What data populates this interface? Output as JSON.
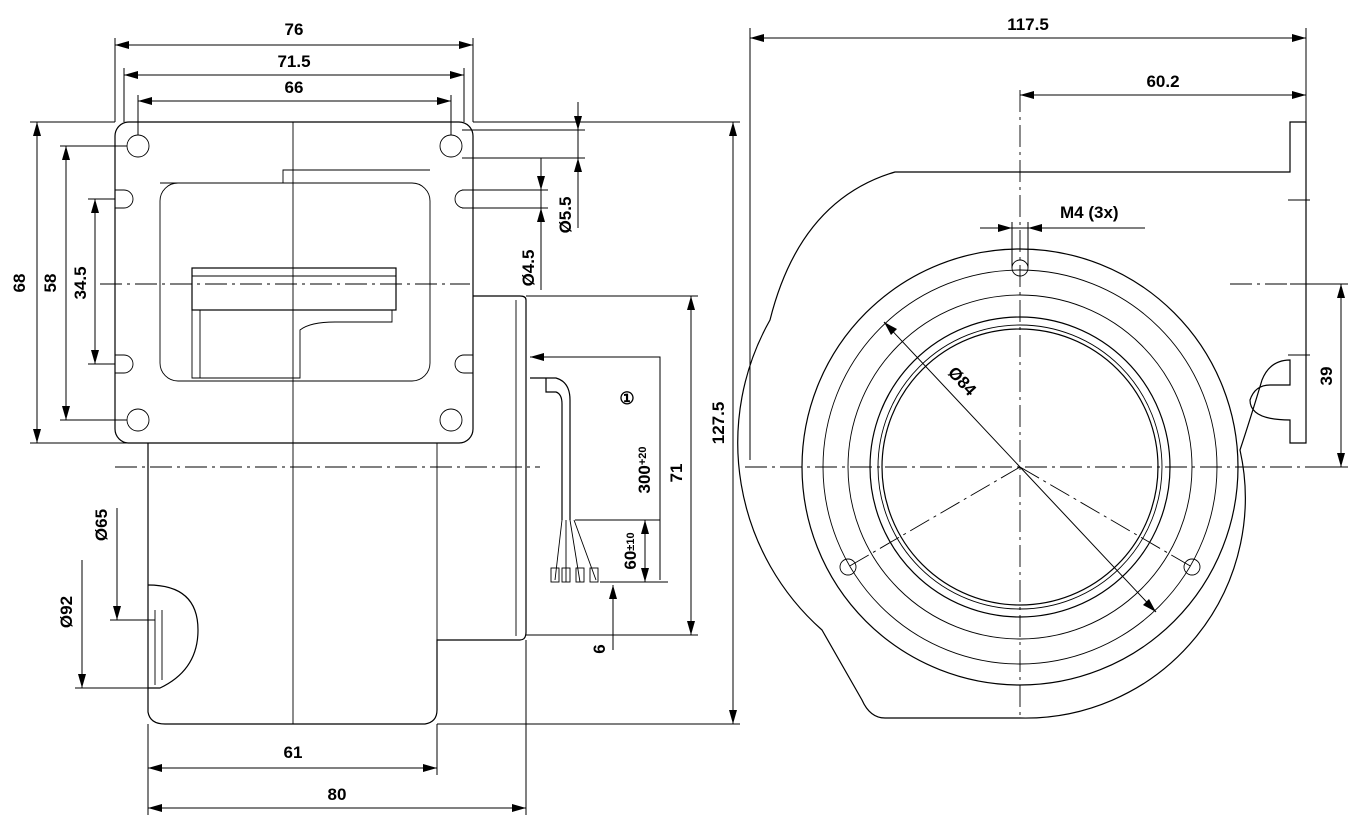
{
  "front_view": {
    "dim_width_76": "76",
    "dim_width_71_5": "71.5",
    "dim_width_66": "66",
    "dim_height_68": "68",
    "dim_height_58": "58",
    "dim_height_34_5": "34.5",
    "dim_hole_5_5": "Ø5.5",
    "dim_hole_4_5": "Ø4.5",
    "dim_dia_65": "Ø65",
    "dim_dia_92": "Ø92",
    "dim_depth_61": "61",
    "dim_depth_80": "80",
    "dim_height_127_5": "127.5",
    "dim_height_71": "71",
    "dim_cable_300": "300",
    "dim_cable_300_tol": "+20",
    "dim_wire_60": "60",
    "dim_wire_60_tol": "±10",
    "dim_strip_6": "6",
    "callout_1": "①"
  },
  "side_view": {
    "dim_width_117_5": "117.5",
    "dim_width_60_2": "60.2",
    "dim_thread_m4": "M4 (3x)",
    "dim_dia_84": "Ø84",
    "dim_height_39": "39"
  }
}
